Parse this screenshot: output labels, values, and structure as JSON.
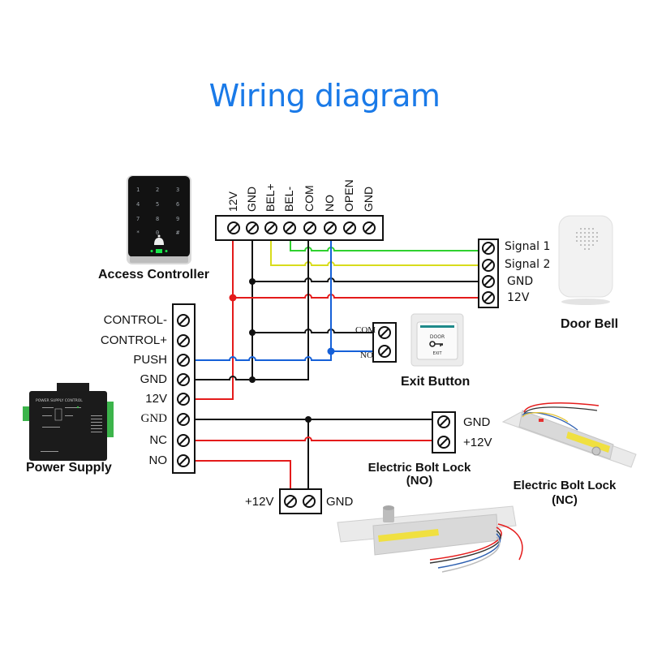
{
  "title": "Wiring diagram",
  "colors": {
    "title": "#1a7ae8",
    "red_wire": "#e41b1b",
    "black_wire": "#111111",
    "yellow_wire": "#d8dc1c",
    "green_wire": "#2fd12f",
    "blue_wire": "#1560d8"
  },
  "access_controller": {
    "label": "Access Controller",
    "terminals": [
      "12V",
      "GND",
      "BEL+",
      "BEL-",
      "COM",
      "NO",
      "OPEN",
      "GND"
    ],
    "keypad_keys": [
      "1",
      "2",
      "3",
      "4",
      "5",
      "6",
      "7",
      "8",
      "9",
      "*",
      "0",
      "#"
    ]
  },
  "door_bell": {
    "label": "Door Bell",
    "terminals": [
      "Signal 1",
      "Signal 2",
      "GND",
      "12V"
    ]
  },
  "power_supply": {
    "label": "Power Supply",
    "terminals": [
      "CONTROL-",
      "CONTROL+",
      "PUSH",
      "GND",
      "12V",
      "GND",
      "NC",
      "NO"
    ],
    "device_text": "POWER SUPPLY CONTROL"
  },
  "exit_button": {
    "label": "Exit Button",
    "terminals": [
      "COM",
      "NO"
    ],
    "face_top": "DOOR",
    "face_bottom": "EXIT"
  },
  "bolt_lock_no": {
    "label_line1": "Electric Bolt Lock",
    "label_line2": "(NO)",
    "terminals": [
      "GND",
      "+12V"
    ]
  },
  "bolt_lock_nc": {
    "label_line1": "Electric Bolt Lock",
    "label_line2": "(NC)",
    "terminals": [
      "+12V",
      "GND"
    ]
  },
  "connections": [
    {
      "from": "Access Controller 12V",
      "to": "Door Bell 12V",
      "color": "red"
    },
    {
      "from": "Access Controller 12V",
      "to": "Power Supply 12V",
      "color": "red"
    },
    {
      "from": "Access Controller GND",
      "to": "Door Bell GND",
      "color": "black"
    },
    {
      "from": "Access Controller GND",
      "to": "Exit Button COM",
      "color": "black"
    },
    {
      "from": "Access Controller GND",
      "to": "Power Supply GND",
      "color": "black"
    },
    {
      "from": "Access Controller BEL+",
      "to": "Door Bell Signal 2",
      "color": "yellow"
    },
    {
      "from": "Access Controller BEL-",
      "to": "Door Bell Signal 1",
      "color": "green"
    },
    {
      "from": "Access Controller COM",
      "to": "Power Supply GND",
      "color": "black"
    },
    {
      "from": "Access Controller NO",
      "to": "Exit Button NO",
      "color": "blue"
    },
    {
      "from": "Power Supply PUSH",
      "to": "Exit Button NO",
      "color": "blue"
    },
    {
      "from": "Power Supply GND",
      "to": "Bolt Lock NO GND",
      "color": "black"
    },
    {
      "from": "Power Supply GND",
      "to": "Bolt Lock NC GND",
      "color": "black"
    },
    {
      "from": "Power Supply NC",
      "to": "Bolt Lock NO +12V",
      "color": "red"
    },
    {
      "from": "Power Supply NO",
      "to": "Bolt Lock NC +12V",
      "color": "red"
    }
  ]
}
